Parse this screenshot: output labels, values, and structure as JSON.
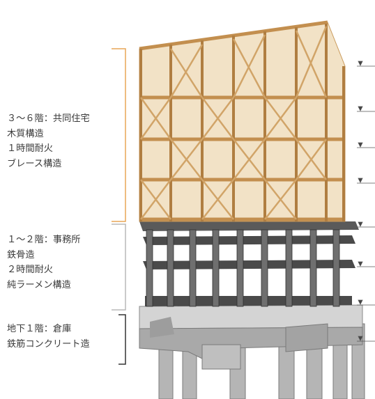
{
  "sections": [
    {
      "id": "wood",
      "lines": [
        "３～６階：共同住宅",
        "木質構造",
        "１時間耐火",
        "ブレース構造"
      ],
      "bracket_color": "#e8a556"
    },
    {
      "id": "steel",
      "lines": [
        "１～２階：事務所",
        "鉄骨造",
        "２時間耐火",
        "純ラーメン構造"
      ],
      "bracket_color": "#b8b8b8"
    },
    {
      "id": "rc",
      "lines": [
        "地下１階：倉庫",
        "鉄筋コンクリート造"
      ],
      "bracket_color": "#333333"
    }
  ],
  "colors": {
    "wood_light": "#e7c48f",
    "wood_mid": "#c99a5b",
    "wood_dark": "#8a6334",
    "steel_light": "#8c8c8c",
    "steel_dark": "#3b3b3b",
    "concrete_light": "#cfcfcf",
    "concrete_dark": "#9a9a9a"
  }
}
